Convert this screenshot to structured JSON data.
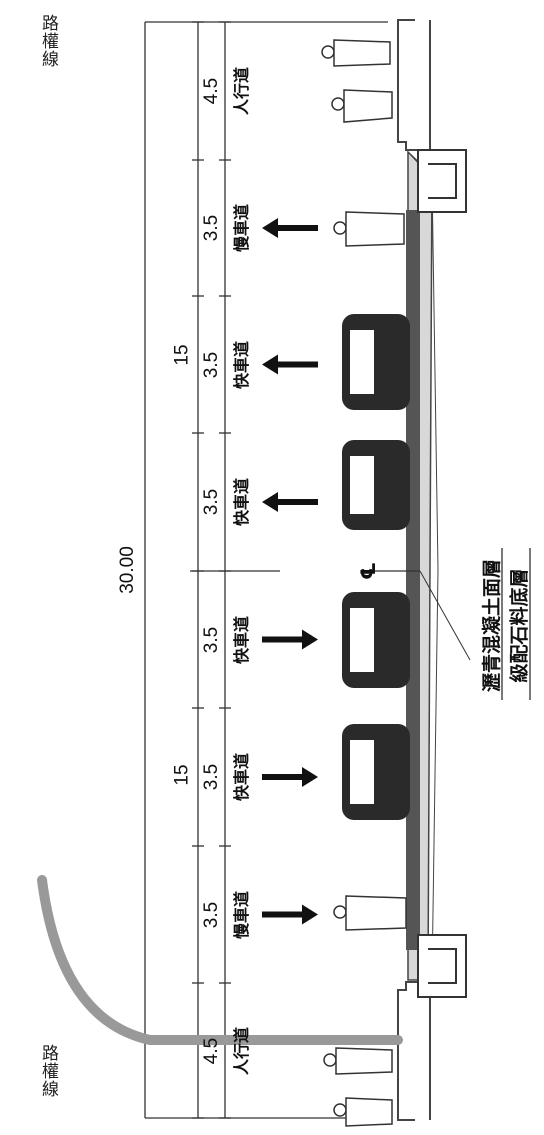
{
  "row_label_right": "路權線",
  "row_label_left": "路權線",
  "total_width": "30.00",
  "half_right": "15",
  "half_left": "15",
  "lanes": [
    {
      "label": "人行道",
      "width": "4.5",
      "kind": "sidewalk",
      "direction": ""
    },
    {
      "label": "慢車道",
      "width": "3.5",
      "kind": "slow",
      "direction": "up"
    },
    {
      "label": "快車道",
      "width": "3.5",
      "kind": "fast",
      "direction": "up"
    },
    {
      "label": "快車道",
      "width": "3.5",
      "kind": "fast",
      "direction": "up"
    },
    {
      "label": "快車道",
      "width": "3.5",
      "kind": "fast",
      "direction": "down"
    },
    {
      "label": "快車道",
      "width": "3.5",
      "kind": "fast",
      "direction": "down"
    },
    {
      "label": "慢車道",
      "width": "3.5",
      "kind": "slow",
      "direction": "down"
    },
    {
      "label": "人行道",
      "width": "4.5",
      "kind": "sidewalk",
      "direction": ""
    }
  ],
  "centerline_symbol": "℄",
  "pavement_notes": [
    "瀝青混凝土面層",
    "級配石料底層"
  ],
  "colors": {
    "line": "#333333",
    "road": "#444444",
    "lamp": "#999999",
    "car": "#2a2a2a"
  }
}
